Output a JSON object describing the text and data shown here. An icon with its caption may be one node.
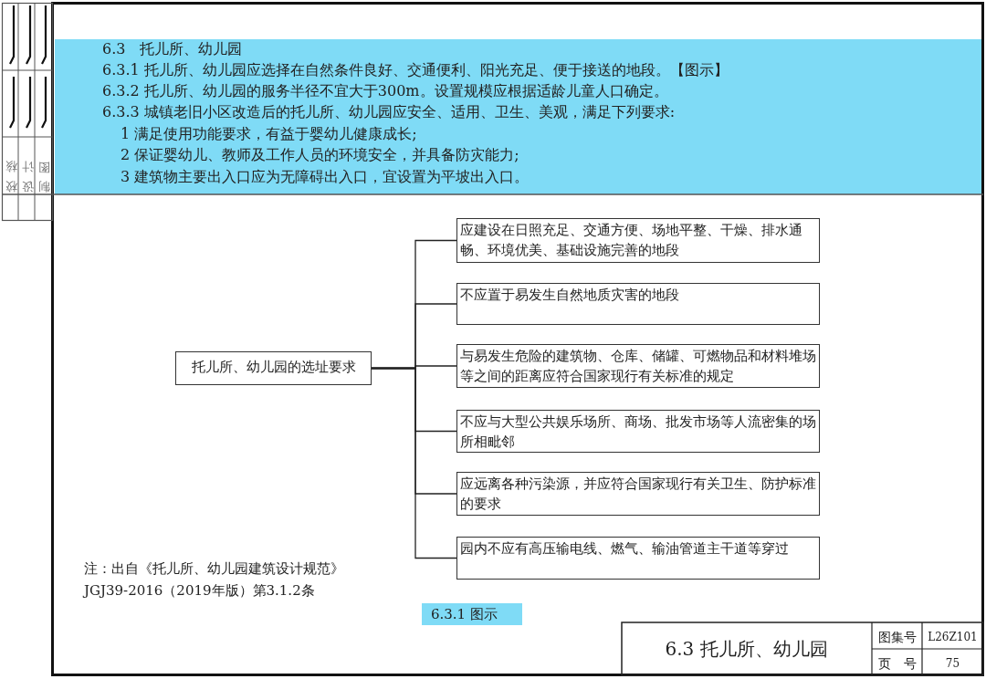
{
  "diagram": {
    "nodes": [
      {
        "text": [
          "托儿所、幼儿园的选址要求"
        ]
      },
      {
        "text": [
          "应建设在日照充足、交通方便、场地平整、干燥、排水通畅、环境优美、基础设施完善的地段"
        ]
      },
      {
        "text": [
          "不应置于易发生自然地质灾害的地段"
        ]
      },
      {
        "text": [
          "与易发生危险的建筑物、仓库、储罐、可燃物品和材料堆场等之间的距离应符合国家现行有关标准的规定"
        ]
      },
      {
        "text": [
          "不应与大型公共娱乐场所、商场、批发市场等人流密集的场所相毗邻"
        ]
      },
      {
        "text": [
          "应远离各种污染源，并应符合国家现行有关卫生、防护标准的要求"
        ]
      },
      {
        "text": [
          "园内不应有高压输电线、燃气、输油管道主干道等穿过"
        ]
      }
    ],
    "edges": [
      {
        "from": 0,
        "to": 1,
        "arrow": "none"
      },
      {
        "from": 0,
        "to": 2,
        "arrow": "none"
      },
      {
        "from": 0,
        "to": 3,
        "arrow": "none"
      },
      {
        "from": 0,
        "to": 4,
        "arrow": "none"
      },
      {
        "from": 0,
        "to": 5,
        "arrow": "none"
      },
      {
        "from": 0,
        "to": 6,
        "arrow": "none"
      }
    ],
    "labels": [
      "校核",
      "设计",
      "制图",
      "6.3　托儿所、幼儿园",
      "6.3.1 托儿所、幼儿园应选择在自然条件良好、交通便利、阳光充足、便于接送的地段。【图示】",
      "6.3.2 托儿所、幼儿园的服务半径不宜大于300m。设置规模应根据适龄儿童人口确定。",
      "6.3.3 城镇老旧小区改造后的托儿所、幼儿园应安全、适用、卫生、美观，满足下列要求:",
      "1 满足使用功能要求，有益于婴幼儿健康成长;",
      "2 保证婴幼儿、教师及工作人员的环境安全，并具备防灾能力;",
      "3 建筑物主要出入口应为无障碍出入口，宜设置为平坡出入口。",
      "注：出自《托儿所、幼儿园建筑设计规范》",
      "JGJ39-2016（2019年版）第3.1.2条",
      "6.3.1 图示",
      "6.3 托儿所、幼儿园",
      "图集号",
      "L26Z101",
      "页　号",
      "75"
    ]
  }
}
